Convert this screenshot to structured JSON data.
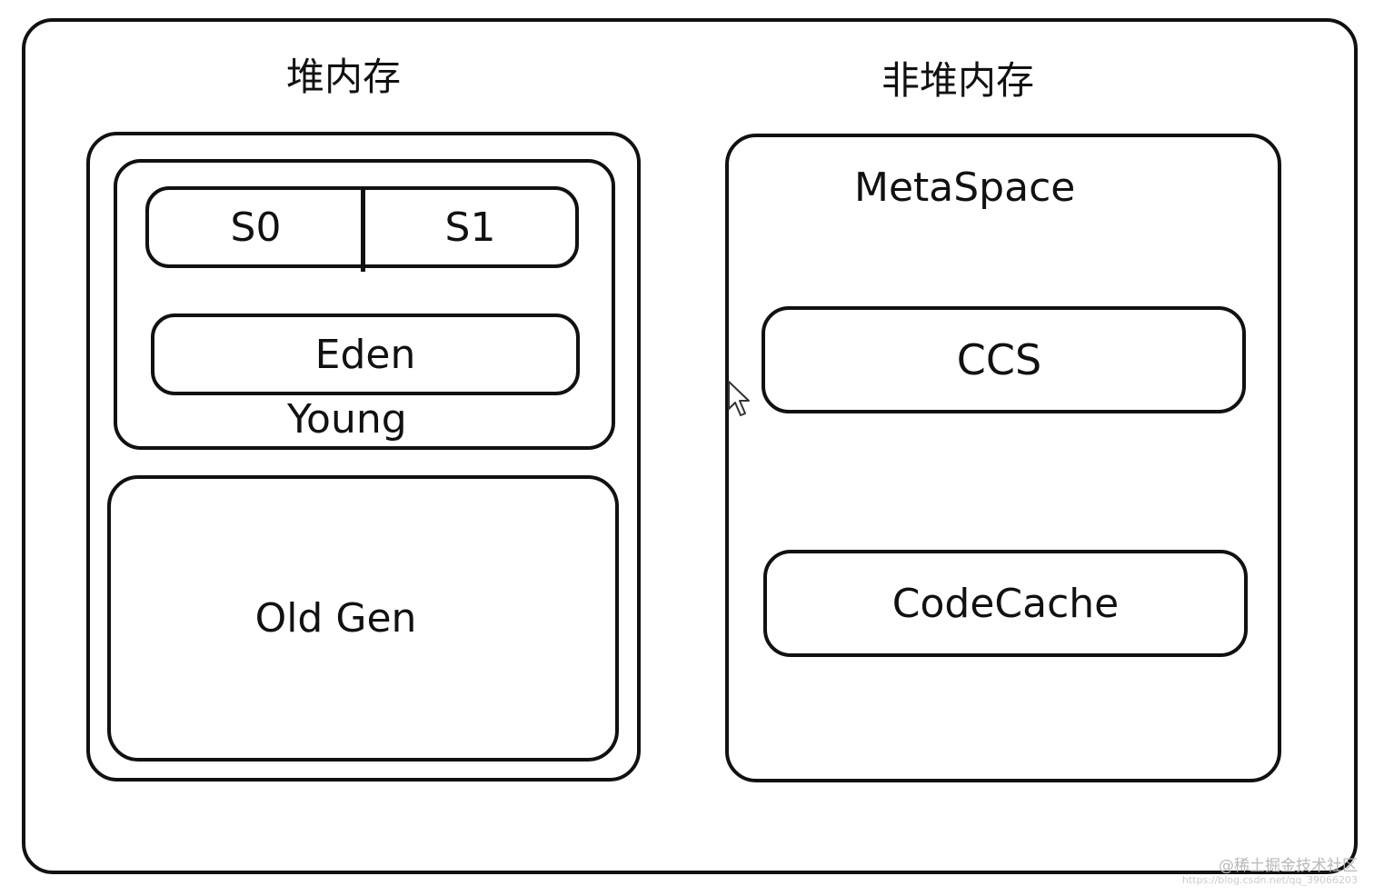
{
  "heap": {
    "title": "堆内存",
    "young": {
      "label": "Young",
      "s0": "S0",
      "s1": "S1",
      "eden": "Eden"
    },
    "old_gen": "Old Gen"
  },
  "non_heap": {
    "title": "非堆内存",
    "metaspace": {
      "label": "MetaSpace",
      "ccs": "CCS",
      "code_cache": "CodeCache"
    }
  },
  "watermark": {
    "line1": "@稀土掘金技术社区",
    "line2": "https://blog.csdn.net/qq_39066203"
  },
  "colors": {
    "stroke": "#111111",
    "background": "#ffffff",
    "watermark": "#b8b8b8"
  }
}
